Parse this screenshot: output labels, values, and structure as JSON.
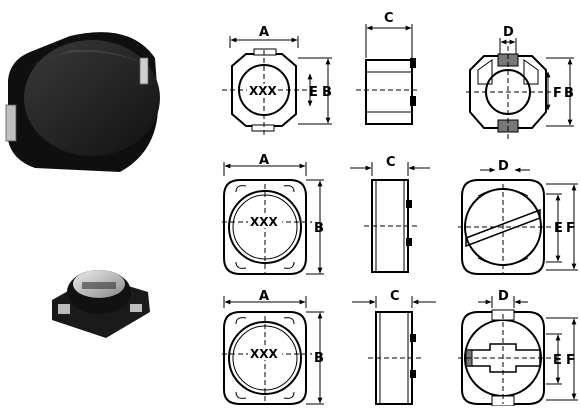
{
  "figure": {
    "dimension_labels": {
      "a": "A",
      "b": "B",
      "c": "C",
      "d": "D",
      "e": "E",
      "f": "F"
    },
    "marking_text": "XXX",
    "photos": [
      {
        "name": "large-smd-inductor-photo",
        "body_color": "#222222"
      },
      {
        "name": "small-smd-inductor-photo",
        "body_color": "#1a1a1a",
        "top_color": "#d8d8d8"
      }
    ],
    "rows": [
      {
        "name": "row-1",
        "views": [
          "top-view",
          "side-view",
          "bottom-view"
        ]
      },
      {
        "name": "row-2",
        "views": [
          "top-view",
          "side-view",
          "bottom-view"
        ]
      },
      {
        "name": "row-3",
        "views": [
          "top-view",
          "side-view",
          "bottom-view"
        ]
      }
    ]
  }
}
